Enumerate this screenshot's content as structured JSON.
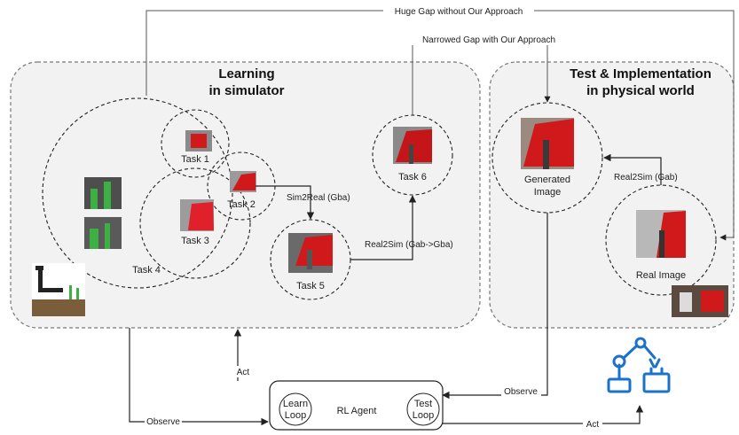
{
  "top_labels": {
    "huge_gap": "Huge Gap without Our Approach",
    "narrowed_gap": "Narrowed Gap with Our Approach"
  },
  "sim_panel": {
    "title_line1": "Learning",
    "title_line2": "in simulator"
  },
  "phys_panel": {
    "title_line1": "Test & Implementation",
    "title_line2": "in physical world"
  },
  "tasks": {
    "task1": "Task 1",
    "task2": "Task 2",
    "task3": "Task 3",
    "task4": "Task 4",
    "task5": "Task 5",
    "task6": "Task 6"
  },
  "arrows": {
    "sim2real": "Sim2Real (Gba)",
    "real2sim_gab_gba": "Real2Sim (Gab->Gba)",
    "real2sim_gab": "Real2Sim (Gab)",
    "observe_left": "Observe",
    "observe_right": "Observe",
    "act_left": "Act",
    "act_right": "Act"
  },
  "generated_image": {
    "line1": "Generated",
    "line2": "Image"
  },
  "real_image": "Real Image",
  "agent": {
    "title": "RL Agent",
    "learn_line1": "Learn",
    "learn_line2": "Loop",
    "test_line1": "Test",
    "test_line2": "Loop"
  },
  "colors": {
    "panel_fill": "#f2f2f2",
    "red_object": "#d0191b",
    "green_object": "#3cb043",
    "robot_blue": "#1a73c9"
  }
}
